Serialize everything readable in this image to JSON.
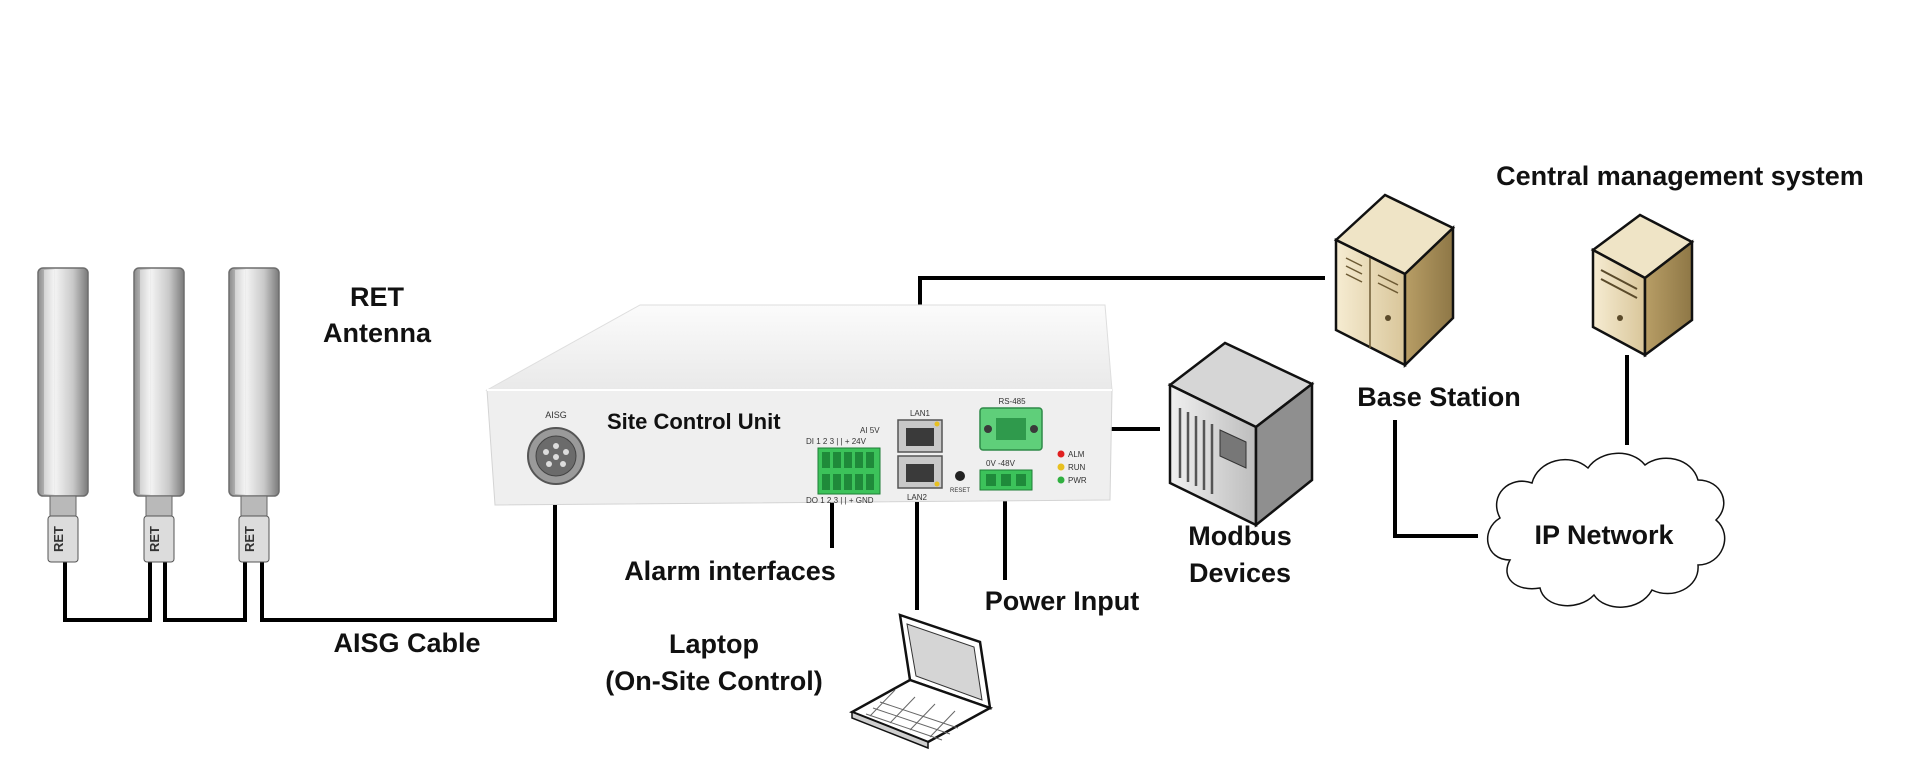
{
  "labels": {
    "ret_antenna_line1": "RET",
    "ret_antenna_line2": "Antenna",
    "aisg_cable": "AISG Cable",
    "site_control_unit": "Site Control Unit",
    "alarm_interfaces": "Alarm interfaces",
    "laptop_line1": "Laptop",
    "laptop_line2": "(On-Site Control)",
    "power_input": "Power Input",
    "modbus_line1": "Modbus",
    "modbus_line2": "Devices",
    "base_station": "Base Station",
    "ip_network": "IP Network",
    "central_management": "Central management system"
  },
  "antenna": {
    "badge": "RET"
  },
  "device_panel": {
    "aisg_port": "AISG",
    "lan1": "LAN1",
    "lan2": "LAN2",
    "rs485": "RS-485",
    "reset": "RESET",
    "di": "DI  1  2  3  |  |  + 24V",
    "ai": "AI 5V",
    "do": "DO  1  2  3  |  |  + GND",
    "pwr_minus": "0V      -48V",
    "led_alm": "ALM",
    "led_run": "RUN",
    "led_pwr": "PWR"
  },
  "colors": {
    "terminal_green": "#3cc25a",
    "led_red": "#e02020",
    "led_yellow": "#e8c020",
    "led_green": "#30b040",
    "wire": "#000000"
  }
}
